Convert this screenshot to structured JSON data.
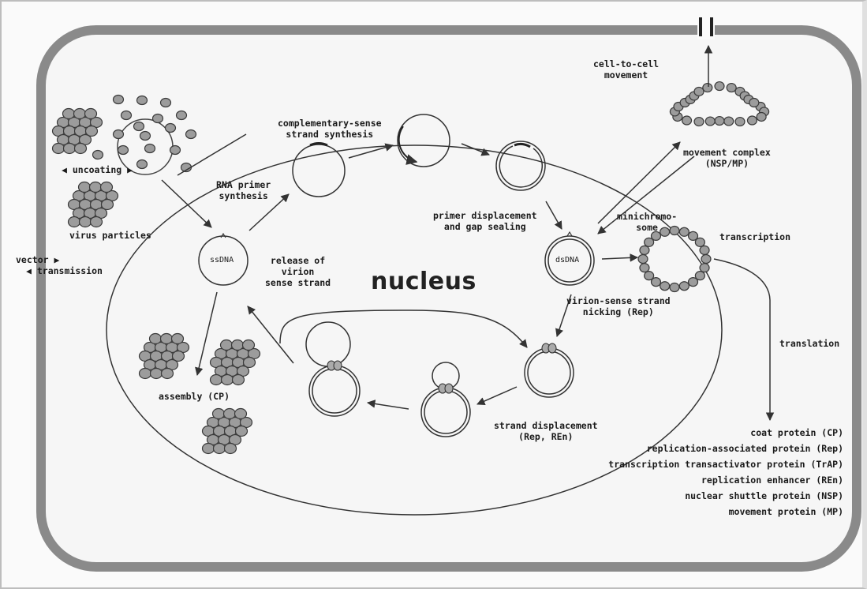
{
  "labels": {
    "cell_to_cell": "cell-to-cell\nmovement",
    "movement_complex": "movement complex\n(NSP/MP)",
    "complementary_sense": "complementary-sense\nstrand synthesis",
    "uncoating": "uncoating",
    "rna_primer": "RNA primer\nsynthesis",
    "primer_displacement": "primer displacement\nand gap sealing",
    "minichromosome": "minichromo-\nsome",
    "transcription": "transcription",
    "virus_particles": "virus particles",
    "vector": "vector",
    "transmission": "transmission",
    "ssdna": "ssDNA",
    "release": "release of\nvirion\nsense strand",
    "nucleus": "nucleus",
    "dsdna": "dsDNA",
    "virion_nicking": "virion-sense strand\nnicking (Rep)",
    "translation": "translation",
    "assembly": "assembly (CP)",
    "strand_displacement": "strand displacement\n(Rep, REn)"
  },
  "proteins": [
    "coat protein (CP)",
    "replication-associated protein (Rep)",
    "transcription transactivator protein (TrAP)",
    "replication enhancer (REn)",
    "nuclear shuttle protein (NSP)",
    "movement protein (MP)"
  ],
  "colors": {
    "cell_wall": "#8a8a8a",
    "cell_fill": "#f6f6f6",
    "particle": "#9c9c9c",
    "particle_edge": "#3a3a3a",
    "line": "#333333"
  }
}
